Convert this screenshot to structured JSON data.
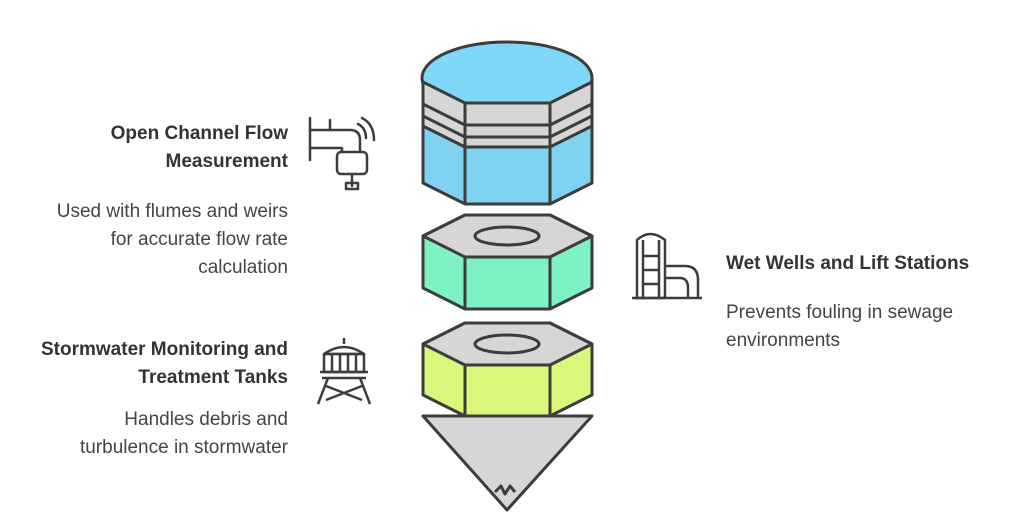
{
  "items": [
    {
      "title_line1": "Open Channel Flow",
      "title_line2": "Measurement",
      "desc_line1": "Used with flumes and weirs",
      "desc_line2": "for accurate flow rate",
      "desc_line3": "calculation",
      "icon": "faucet-icon",
      "color": "#7fd3f0"
    },
    {
      "title_line1": "Wet Wells and Lift Stations",
      "desc_line1": "Prevents fouling in sewage",
      "desc_line2": "environments",
      "icon": "silo-pipe-icon",
      "color": "#7ff2c4"
    },
    {
      "title_line1": "Stormwater Monitoring and",
      "title_line2": "Treatment Tanks",
      "desc_line1": "Handles debris and",
      "desc_line2": "turbulence in stormwater",
      "icon": "water-tower-icon",
      "color": "#d9f77a"
    }
  ]
}
